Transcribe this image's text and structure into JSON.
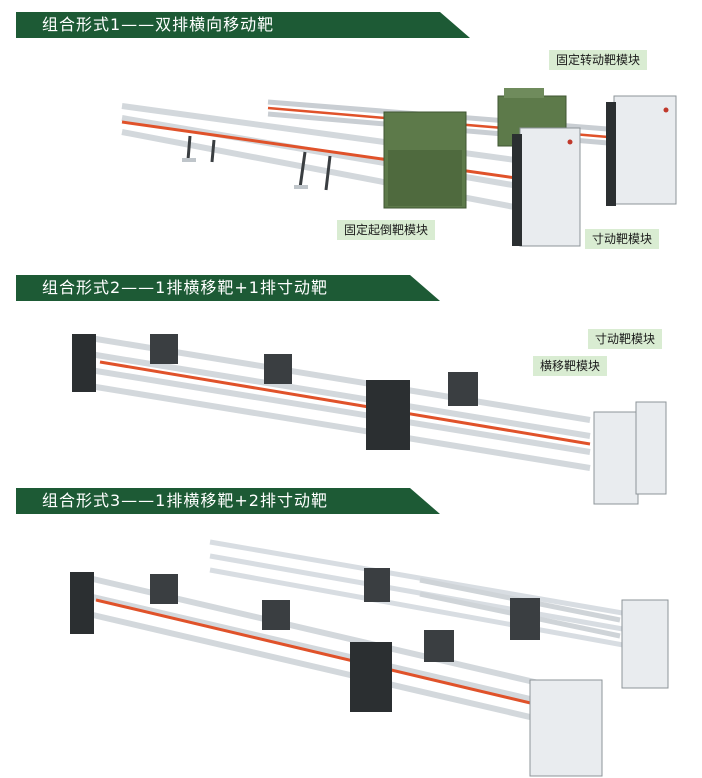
{
  "sections": [
    {
      "title": "组合形式1——双排横向移动靶",
      "labels": {
        "fixed_rotating": "固定转动靶模块",
        "fixed_falling": "固定起倒靶模块",
        "inch_moving": "寸动靶模块"
      }
    },
    {
      "title": "组合形式2——1排横移靶+1排寸动靶",
      "labels": {
        "inch_moving": "寸动靶模块",
        "lateral_moving": "横移靶模块"
      }
    },
    {
      "title": "组合形式3——1排横移靶+2排寸动靶"
    }
  ],
  "colors": {
    "banner": "#1d5a35",
    "callout": "#d9ecd2",
    "rail": "#d8dde2",
    "cable": "#e0522a",
    "green_module": "#5d7a4a",
    "cabinet": "#e9ecef",
    "dark_block": "#2b2f31"
  }
}
